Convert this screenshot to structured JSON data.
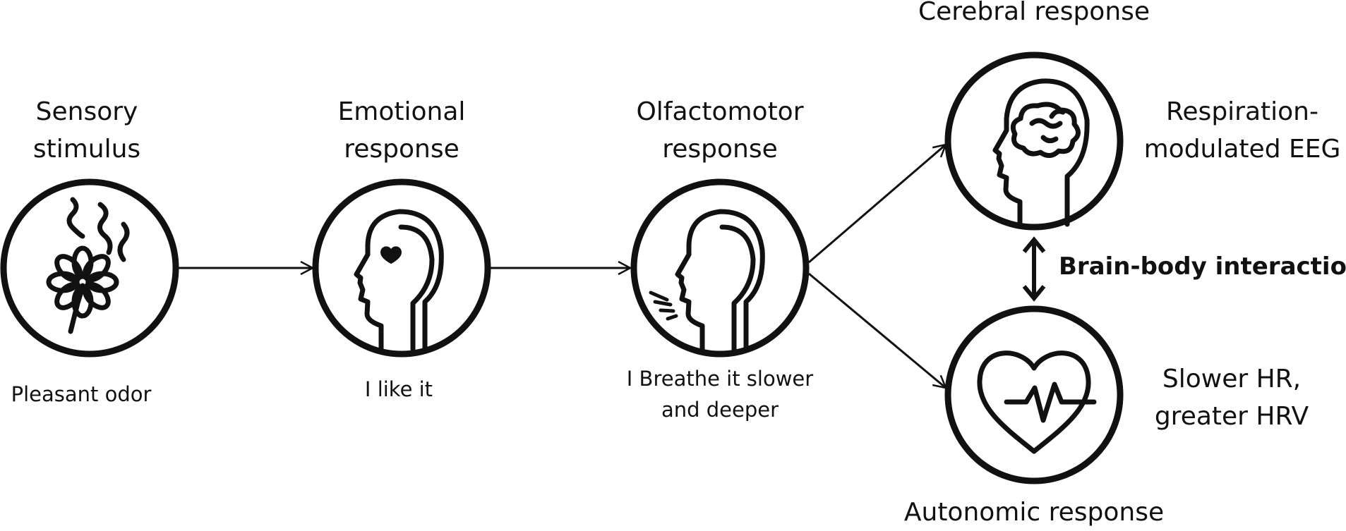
{
  "stages": [
    {
      "title": [
        "Sensory",
        "stimulus"
      ],
      "caption": [
        "Pleasant odor"
      ],
      "icon": "flower-odor-icon"
    },
    {
      "title": [
        "Emotional",
        "response"
      ],
      "caption": [
        "I like it"
      ],
      "icon": "head-heart-icon"
    },
    {
      "title": [
        "Olfactomotor",
        "response"
      ],
      "caption": [
        "I Breathe it slower",
        "and deeper"
      ],
      "icon": "head-breathing-icon"
    }
  ],
  "cerebral": {
    "title": "Cerebral response",
    "side_label": [
      "Respiration-",
      "modulated EEG"
    ],
    "icon": "head-brain-icon"
  },
  "autonomic": {
    "title": "Autonomic response",
    "side_label": [
      "Slower HR,",
      "greater HRV"
    ],
    "icon": "heart-rate-icon"
  },
  "interaction_label": "Brain-body interaction",
  "colors": {
    "stroke": "#111111",
    "background": "#ffffff"
  }
}
